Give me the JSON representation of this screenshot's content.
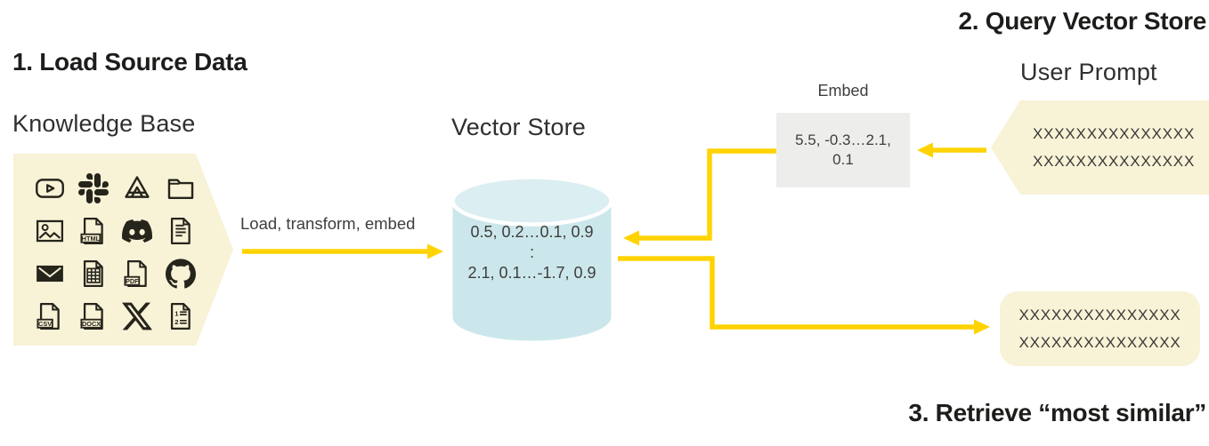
{
  "colors": {
    "cream": "#F8F2D7",
    "yellow": "#FFD300",
    "cyl_body": "#CBE7EB",
    "cyl_top": "#DBEEF1",
    "embed_box": "#EDEEEC",
    "title": "#1D1D1B",
    "label": "#2F2F2D",
    "body": "#3E3E3C",
    "icon": "#26251C"
  },
  "step1": {
    "title": "1. Load Source Data"
  },
  "step2": {
    "title": "2. Query Vector Store"
  },
  "step3": {
    "title": "3. Retrieve “most similar”"
  },
  "knowledge_base": {
    "label": "Knowledge Base",
    "icons": [
      "youtube-icon",
      "slack-icon",
      "app-store-icon",
      "folder-icon",
      "image-icon",
      "html-file-icon",
      "discord-icon",
      "text-file-icon",
      "mail-icon",
      "spreadsheet-file-icon",
      "pdf-file-icon",
      "github-icon",
      "csv-file-icon",
      "docx-file-icon",
      "x-twitter-icon",
      "numbered-list-file-icon"
    ]
  },
  "load_arrow": {
    "label": "Load, transform, embed"
  },
  "vector_store": {
    "label": "Vector Store",
    "rows": [
      "0.5, 0.2…0.1, 0.9",
      ":",
      "2.1, 0.1…-1.7, 0.9"
    ]
  },
  "embed": {
    "label": "Embed",
    "value_line1": "5.5, -0.3…2.1,",
    "value_line2": "0.1"
  },
  "user_prompt": {
    "label": "User Prompt",
    "line1": "XXXXXXXXXXXXXXX",
    "line2": "XXXXXXXXXXXXXXX"
  },
  "retrieved": {
    "line1": "XXXXXXXXXXXXXXX",
    "line2": "XXXXXXXXXXXXXXX"
  }
}
